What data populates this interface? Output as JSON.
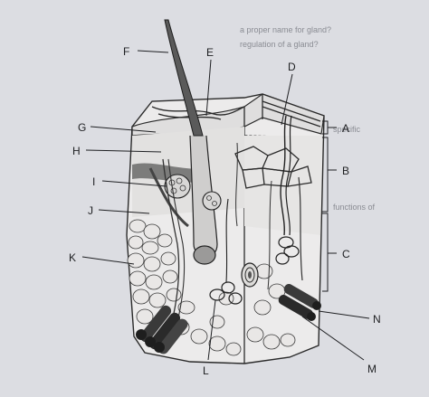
{
  "background_text": [
    "a proper name for gland?",
    "regulation of a gland?",
    "specific",
    "functions of"
  ],
  "labels": {
    "A": "A",
    "B": "B",
    "C": "C",
    "D": "D",
    "E": "E",
    "F": "F",
    "G": "G",
    "H": "H",
    "I": "I",
    "J": "J",
    "K": "K",
    "L": "L",
    "M": "M",
    "N": "N"
  }
}
